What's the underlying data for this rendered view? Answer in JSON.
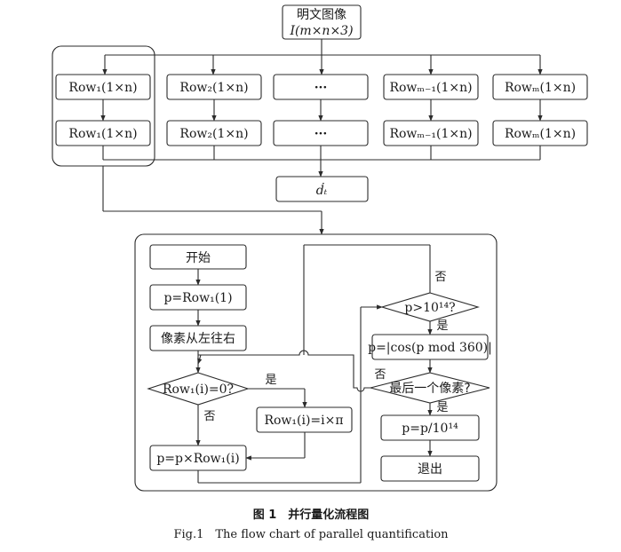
{
  "nodes": {
    "input_title": "明文图像",
    "input_formula": "I(m×n×3)",
    "row1_a": "Row₁(1×n)",
    "row2_a": "Row₂(1×n)",
    "dots_a": "···",
    "rowm1_a": "Rowₘ₋₁(1×n)",
    "rowm_a": "Rowₘ(1×n)",
    "row1_b": "Row₁(1×n)",
    "row2_b": "Row₂(1×n)",
    "dots_b": "···",
    "rowm1_b": "Rowₘ₋₁(1×n)",
    "rowm_b": "Rowₘ(1×n)",
    "dt": "ḋₜ",
    "start": "开始",
    "p_init": "p=Row₁(1)",
    "pixel_scan": "像素从左往右",
    "decision_zero": "Row₁(i)=0?",
    "assign_pi": "Row₁(i)=i×π",
    "multiply": "p=p×Row₁(i)",
    "decision_big": "p>10¹⁴?",
    "cos_step": "p=|cos(p mod 360)|",
    "decision_last": "最后一个像素?",
    "divide": "p=p/10¹⁴",
    "exit": "退出"
  },
  "branch_labels": {
    "yes_zero": "是",
    "no_zero": "否",
    "no_big": "否",
    "yes_big": "是",
    "no_last": "否",
    "yes_last": "是"
  },
  "caption": {
    "cn": "图 1　并行量化流程图",
    "en": "Fig.1　The flow chart of parallel quantification"
  }
}
